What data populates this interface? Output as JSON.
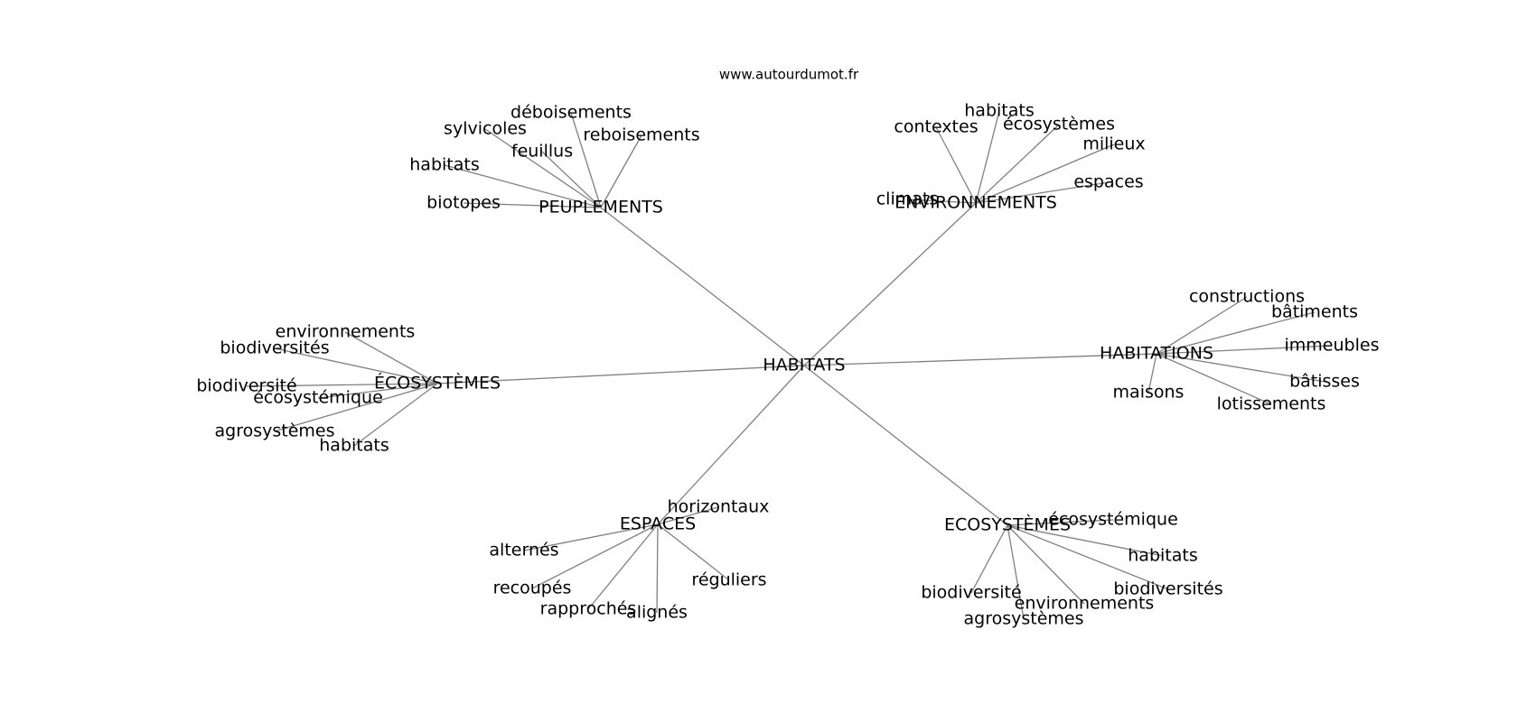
{
  "site": "www.autourdumot.fr",
  "center": "HABITATS",
  "clusters": [
    {
      "id": "peuplements",
      "label": "PEUPLEMENTS",
      "leaves": [
        "déboisements",
        "sylvicoles",
        "reboisements",
        "feuillus",
        "habitats",
        "biotopes"
      ]
    },
    {
      "id": "environnements",
      "label": "ENVIRONNEMENTS",
      "leaves": [
        "habitats",
        "contextes",
        "écosystèmes",
        "milieux",
        "espaces",
        "climats"
      ]
    },
    {
      "id": "habitations",
      "label": "HABITATIONS",
      "leaves": [
        "constructions",
        "bâtiments",
        "immeubles",
        "bâtisses",
        "lotissements",
        "maisons"
      ]
    },
    {
      "id": "ecosystemes-left",
      "label": "ÉCOSYSTÈMES",
      "leaves": [
        "environnements",
        "biodiversités",
        "biodiversité",
        "écosystémique",
        "agrosystèmes",
        "habitats"
      ]
    },
    {
      "id": "espaces",
      "label": "ESPACES",
      "leaves": [
        "horizontaux",
        "alternés",
        "recoupés",
        "rapprochés",
        "alignés",
        "réguliers"
      ]
    },
    {
      "id": "ecosystemes-right",
      "label": "ECOSYSTÈMES",
      "leaves": [
        "écosystémique",
        "habitats",
        "biodiversités",
        "environnements",
        "agrosystèmes",
        "biodiversité"
      ]
    }
  ]
}
